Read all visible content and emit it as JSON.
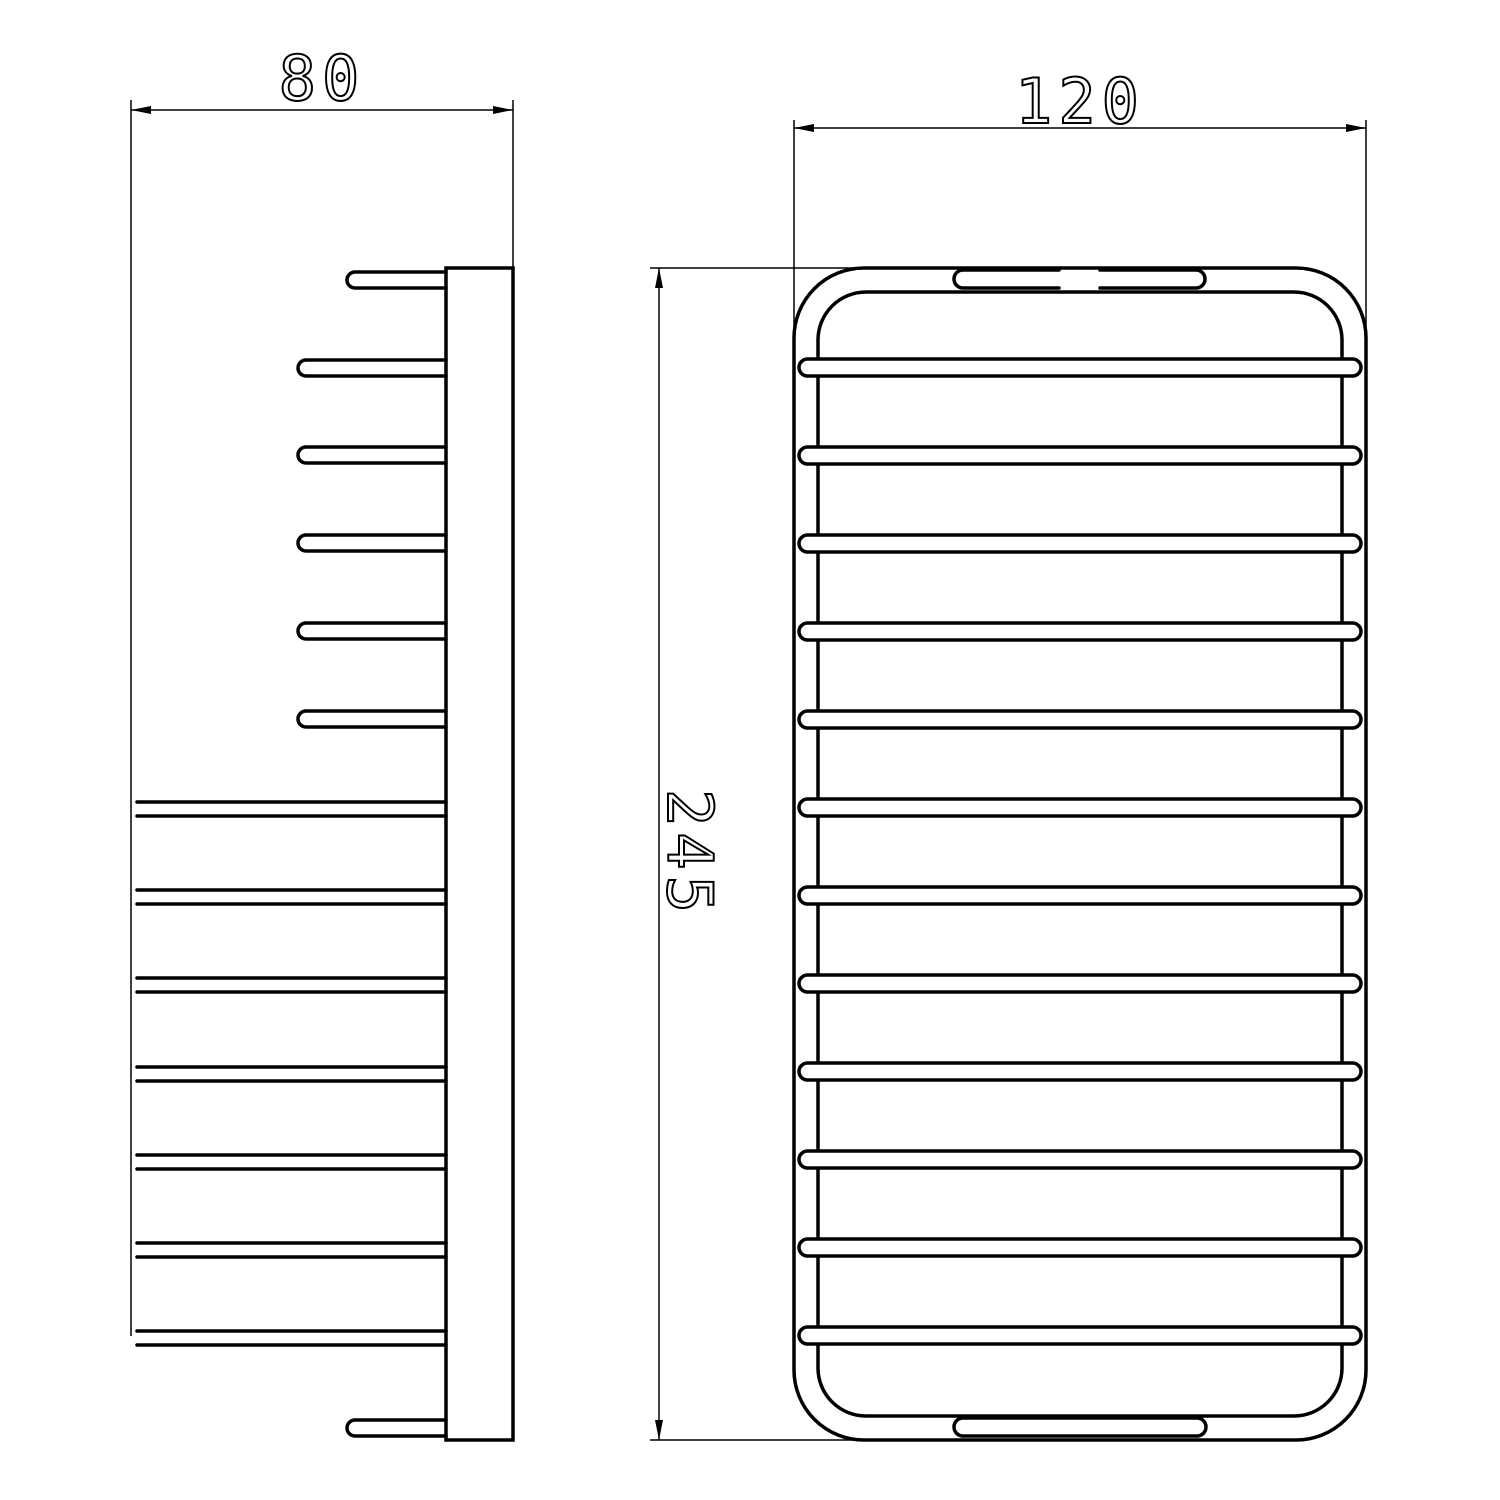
{
  "dimensions": {
    "depth": "80",
    "width": "120",
    "height": "245"
  },
  "views": [
    "side-view",
    "front-view"
  ],
  "line_color": "#000000",
  "background_color": "#ffffff"
}
